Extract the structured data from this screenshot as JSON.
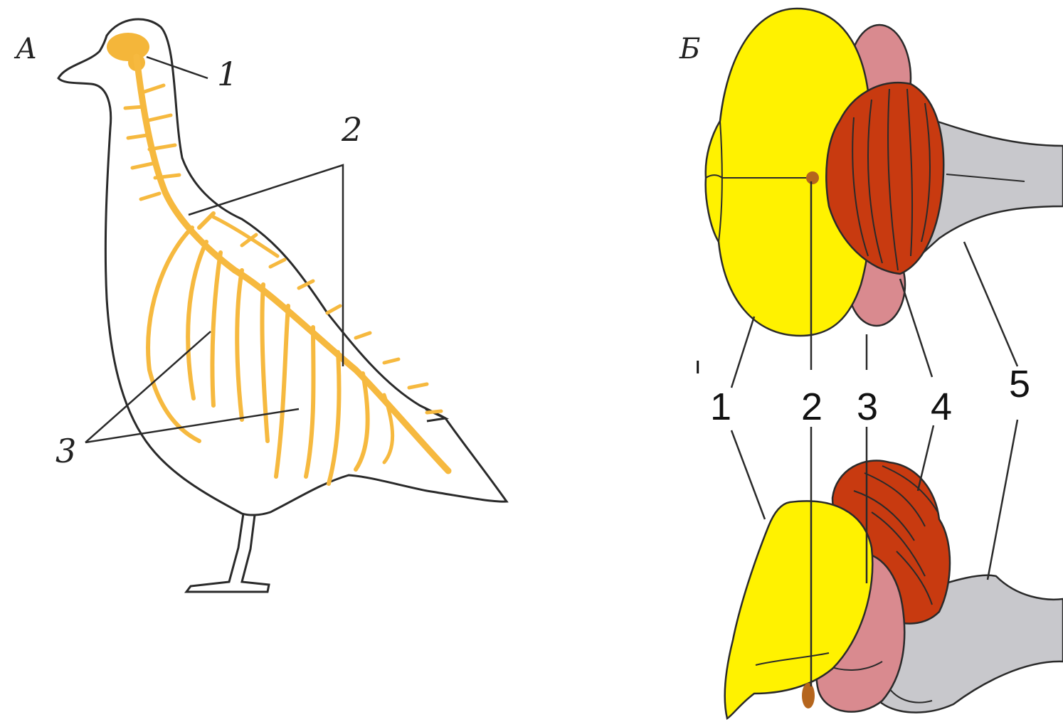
{
  "panel_a": {
    "letter": "А",
    "labels": {
      "l1": "1",
      "l2": "2",
      "l3": "3"
    }
  },
  "panel_b": {
    "letter": "Б",
    "stray_mark": "ı",
    "labels": {
      "l1": "1",
      "l2": "2",
      "l3": "3",
      "l4": "4",
      "l5": "5"
    }
  },
  "colors": {
    "nerve": "#f6b93f",
    "brain_nerve": "#f4b63a",
    "cerebrum": "#fff200",
    "midbrain": "#d98a8f",
    "cerebellum": "#c83a10",
    "medulla": "#c8c8cc",
    "outline": "#2a2a2a"
  }
}
